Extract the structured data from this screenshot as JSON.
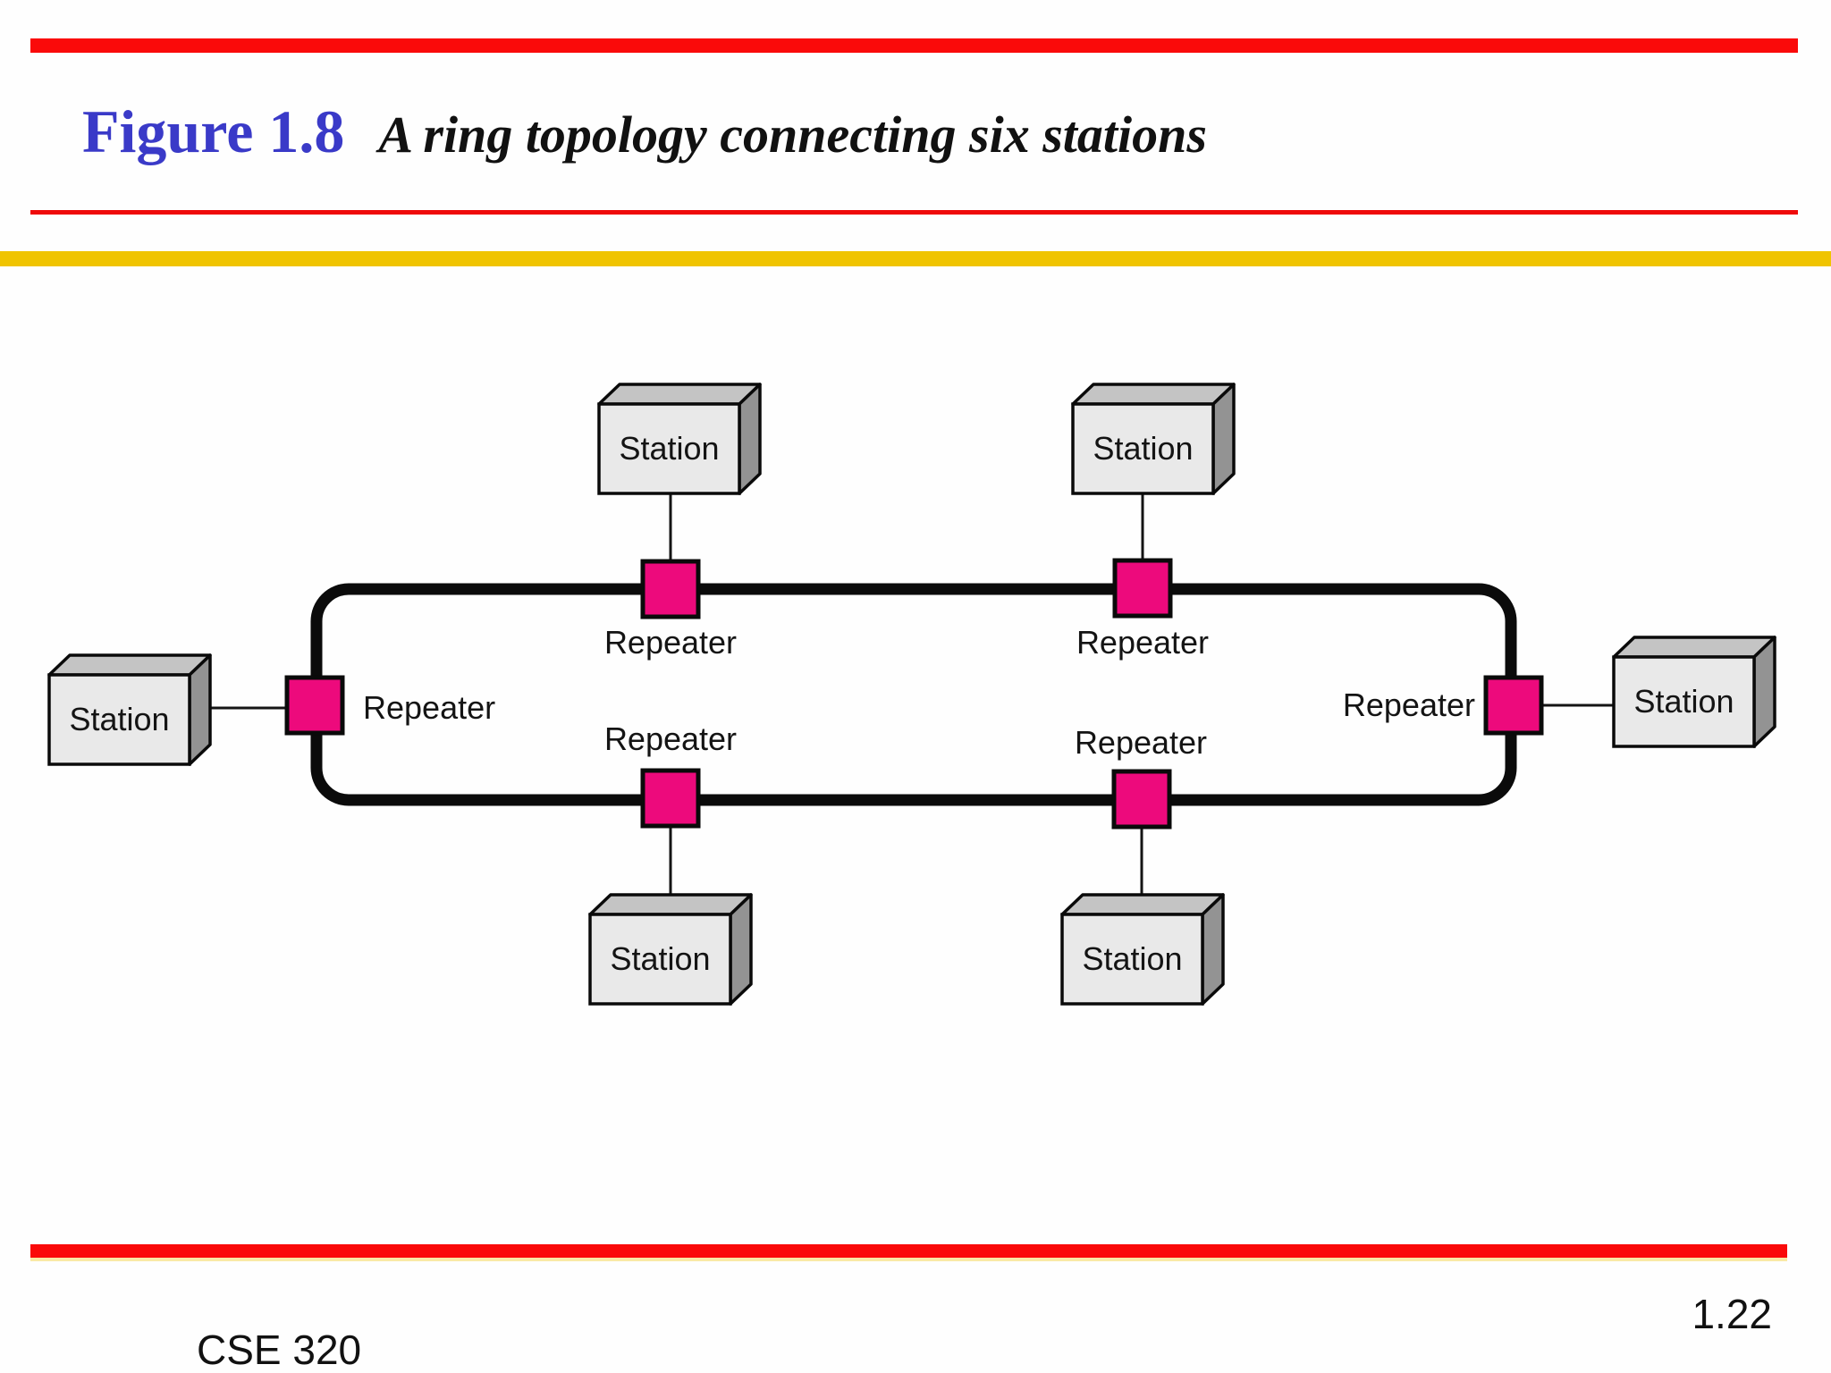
{
  "slide": {
    "figure_label": "Figure 1.8",
    "figure_caption": "A ring topology connecting six stations",
    "course_code": "CSE 320",
    "page_number": "1.22"
  },
  "diagram": {
    "stations": [
      {
        "id": "top-left",
        "label": "Station"
      },
      {
        "id": "top-right",
        "label": "Station"
      },
      {
        "id": "left",
        "label": "Station"
      },
      {
        "id": "right",
        "label": "Station"
      },
      {
        "id": "bottom-left",
        "label": "Station"
      },
      {
        "id": "bottom-right",
        "label": "Station"
      }
    ],
    "repeaters": [
      {
        "id": "left",
        "label": "Repeater"
      },
      {
        "id": "top-left",
        "label": "Repeater"
      },
      {
        "id": "top-right",
        "label": "Repeater"
      },
      {
        "id": "bottom-left",
        "label": "Repeater"
      },
      {
        "id": "bottom-right",
        "label": "Repeater"
      },
      {
        "id": "right",
        "label": "Repeater"
      }
    ]
  },
  "colors": {
    "accent_red": "#fa0a0a",
    "accent_yellow": "#f0c400",
    "title_blue": "#3a3ac8",
    "repeater_pink": "#ed0a7c",
    "ring_black": "#0b0b0b",
    "station_front_gray": "#e9e9e9",
    "station_top_gray": "#c4c4c4",
    "station_side_gray": "#939393"
  }
}
